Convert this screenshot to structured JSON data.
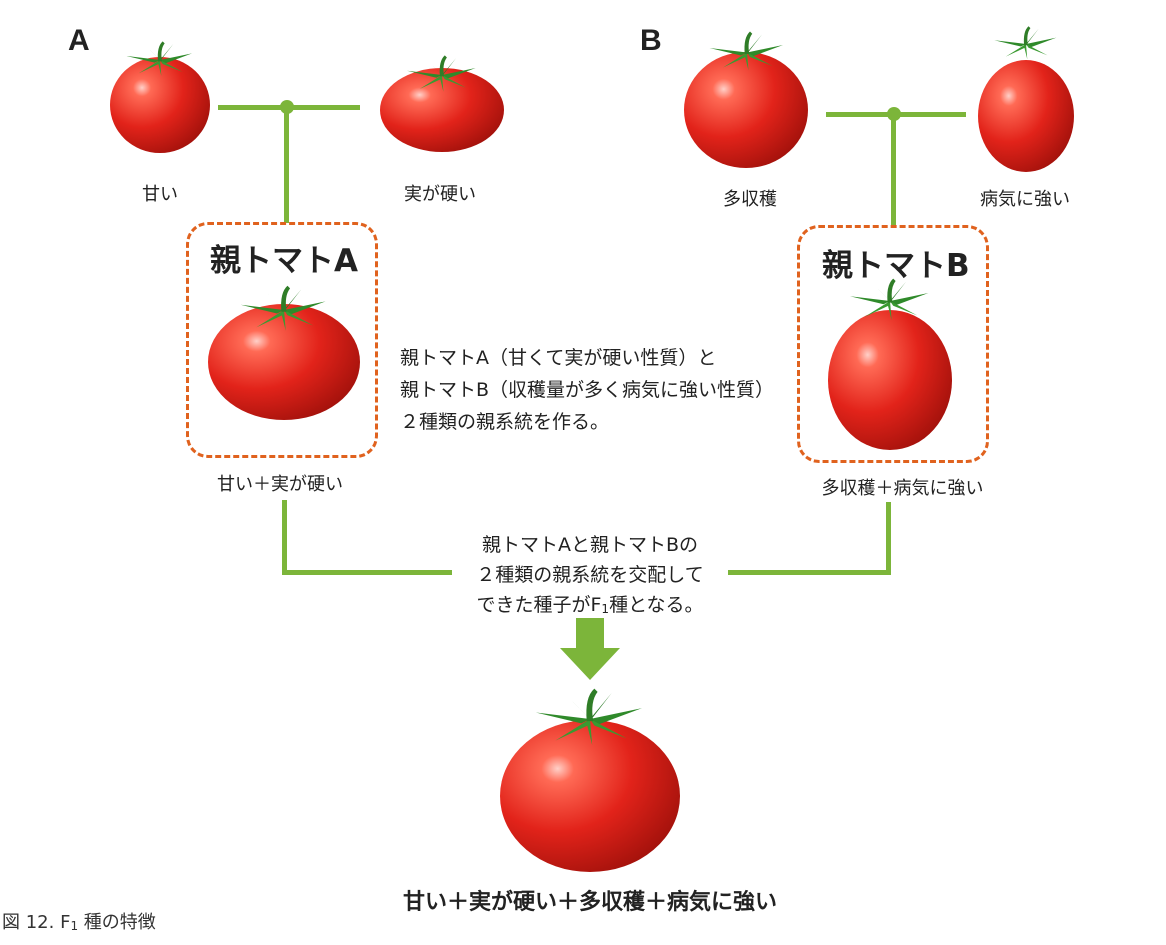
{
  "group_a": {
    "letter": "A",
    "left_trait": "甘い",
    "right_trait": "実が硬い",
    "parent_title": "親トマトA",
    "parent_traits": "甘い＋実が硬い"
  },
  "group_b": {
    "letter": "B",
    "left_trait": "多収穫",
    "right_trait": "病気に強い",
    "parent_title": "親トマトB",
    "parent_traits": "多収穫＋病気に強い"
  },
  "description": {
    "line1": "親トマトA（甘くて実が硬い性質）と",
    "line2": "親トマトB（収穫量が多く病気に強い性質）",
    "line3": "２種類の親系統を作る。"
  },
  "cross": {
    "line1": "親トマトAと親トマトBの",
    "line2": "２種類の親系統を交配して",
    "line3_pre": "できた種子がF",
    "line3_sub": "1",
    "line3_post": "種となる。"
  },
  "result": "甘い＋実が硬い＋多収穫＋病気に強い",
  "caption": {
    "pre": "図 12. F",
    "sub": "1",
    "post": " 種の特徴"
  },
  "colors": {
    "connector": "#7cb53a",
    "dashed_box": "#e0621e",
    "arrow": "#7cb53a",
    "tomato": "#e2231a",
    "leaf": "#2f8a2a"
  }
}
